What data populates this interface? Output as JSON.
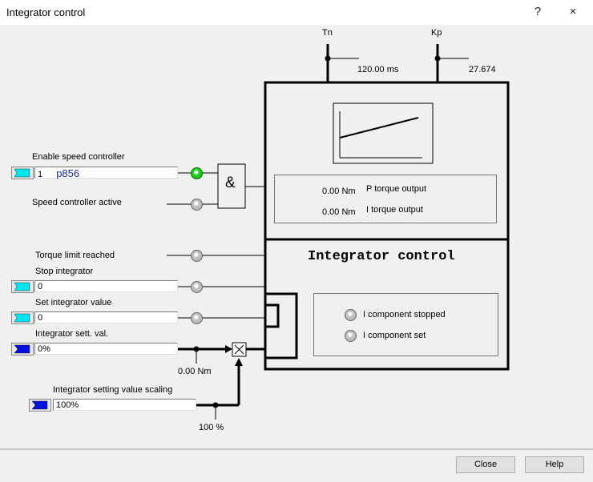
{
  "window": {
    "title": "Integrator control",
    "help_icon": "?",
    "close_icon": "×"
  },
  "top": {
    "tn": {
      "label": "Tn",
      "value": "120.00 ms"
    },
    "kp": {
      "label": "Kp",
      "value": "27.674"
    }
  },
  "inputs": {
    "enable_speed_controller": {
      "label": "Enable speed controller",
      "value_index": "1",
      "value_param": "p856"
    },
    "speed_controller_active": {
      "label": "Speed controller active"
    },
    "torque_limit_reached": {
      "label": "Torque limit reached"
    },
    "stop_integrator": {
      "label": "Stop integrator",
      "value": "0"
    },
    "set_integrator_value": {
      "label": "Set integrator value",
      "value": "0"
    },
    "integrator_sett_val": {
      "label": "Integrator sett. val.",
      "value": "0%",
      "readout": "0.00 Nm"
    },
    "integrator_setting_value_scaling": {
      "label": "Integrator setting value scaling",
      "value": "100%",
      "readout": "100 %"
    }
  },
  "and_gate": {
    "symbol": "&"
  },
  "block": {
    "title": "Integrator control",
    "outputs": [
      {
        "value": "0.00 Nm",
        "label": "P torque output"
      },
      {
        "value": "0.00 Nm",
        "label": "I torque output"
      }
    ],
    "status": [
      {
        "label": "I component stopped",
        "state": "off"
      },
      {
        "label": "I component set",
        "state": "off"
      }
    ]
  },
  "multiplier": {
    "symbol": "×"
  },
  "buttons": {
    "close": "Close",
    "help": "Help"
  },
  "colors": {
    "connector_cyan": "#00e5f0",
    "connector_blue": "#0010e0",
    "led_on": "#20e020",
    "param_text": "#1a2a9a"
  }
}
